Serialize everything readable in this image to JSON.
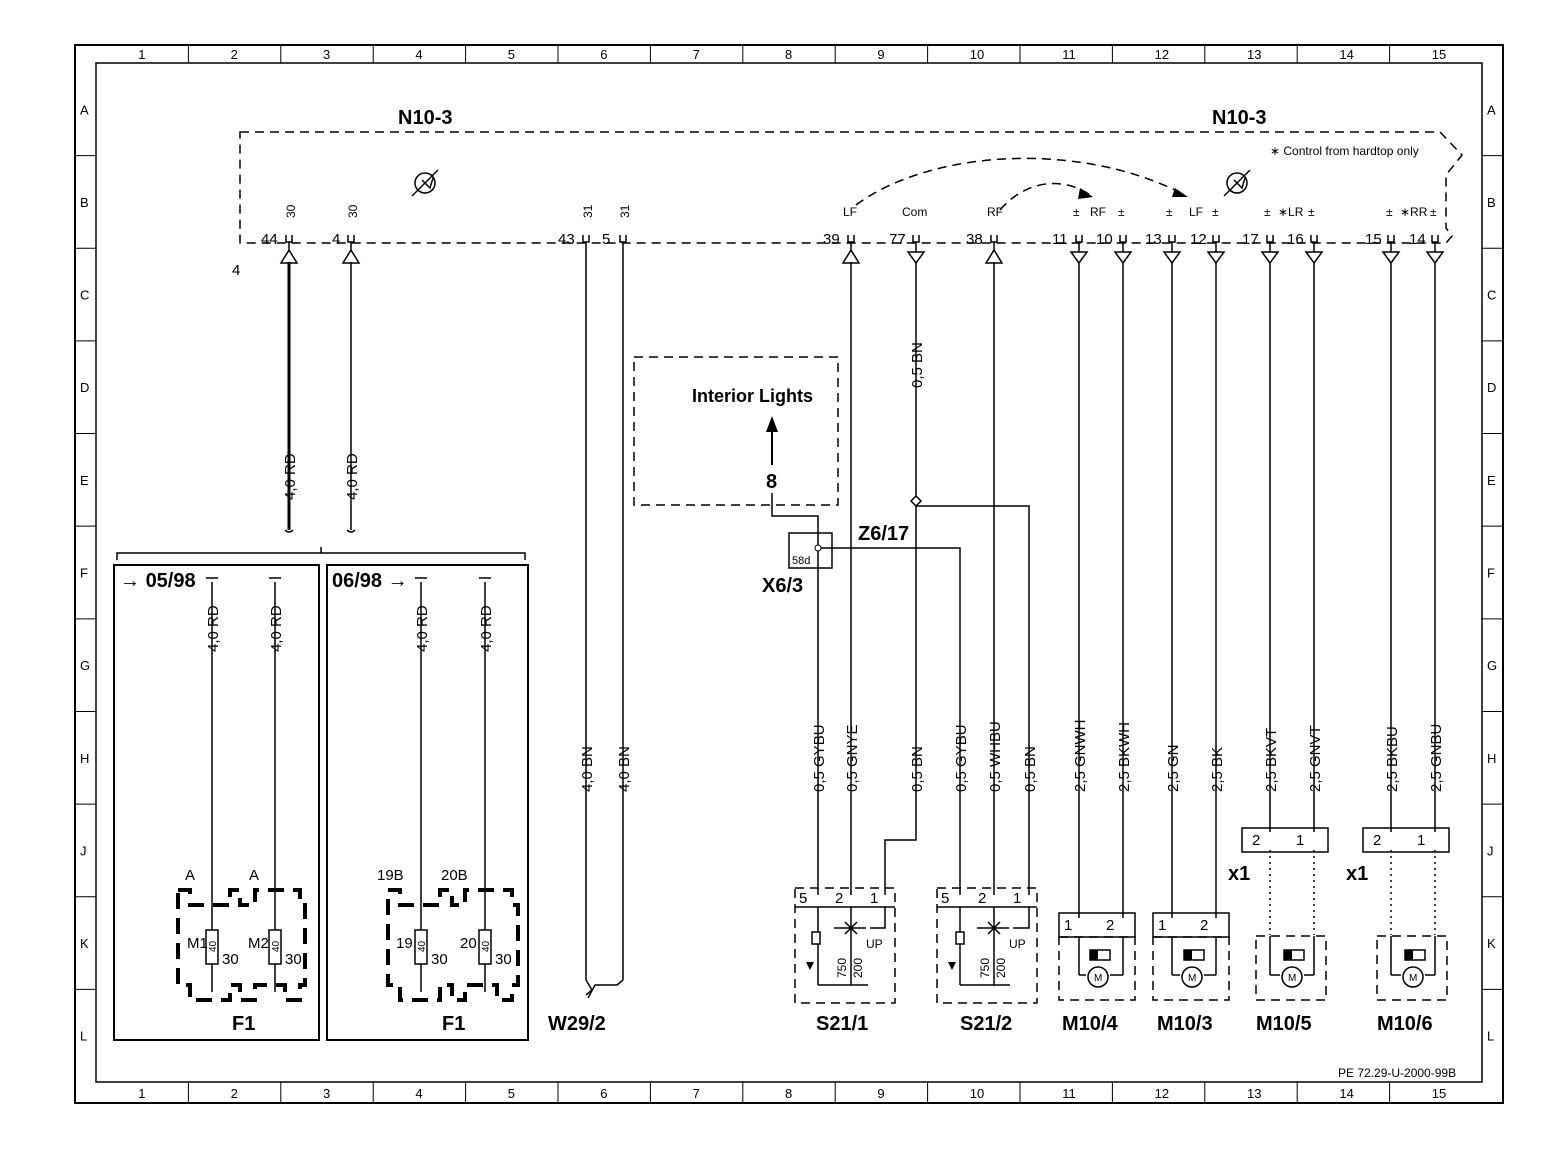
{
  "grid": {
    "columns": [
      "1",
      "2",
      "3",
      "4",
      "5",
      "6",
      "7",
      "8",
      "9",
      "10",
      "11",
      "12",
      "13",
      "14",
      "15"
    ],
    "rows": [
      "A",
      "B",
      "C",
      "D",
      "E",
      "F",
      "G",
      "H",
      "J",
      "K",
      "L"
    ]
  },
  "module": {
    "label_left": "N10-3",
    "label_right": "N10-3",
    "note": "∗ Control from hardtop only",
    "edge_label": "4",
    "terminals": [
      {
        "pin": "44",
        "func": "30"
      },
      {
        "pin": "4",
        "func": "30"
      },
      {
        "pin": "43",
        "func": "31"
      },
      {
        "pin": "5",
        "func": "31"
      },
      {
        "pin": "39",
        "func": "LF"
      },
      {
        "pin": "77",
        "func": "Com"
      },
      {
        "pin": "38",
        "func": "RF"
      },
      {
        "pin": "11",
        "func": "±"
      },
      {
        "pin": "10",
        "func": "±"
      },
      {
        "pin": "13",
        "func": "±"
      },
      {
        "pin": "12",
        "func": "±"
      },
      {
        "pin": "17",
        "func": "±"
      },
      {
        "pin": "16",
        "func": "±"
      },
      {
        "pin": "15",
        "func": "±"
      },
      {
        "pin": "14",
        "func": "±"
      }
    ],
    "group_labels": [
      "RF",
      "LF",
      "∗LR",
      "∗RR"
    ]
  },
  "wires": {
    "w44": "4,0 RD",
    "w4": "4,0 RD",
    "w43": "4,0 BN",
    "w5": "4,0 BN",
    "w_gybu1": "0,5 GYBU",
    "w_gnye": "0,5 GNYE",
    "w_bn_com": "0,5 BN",
    "w_bn_z": "0,5 BN",
    "w_gybu2": "0,5 GYBU",
    "w_whbu": "0,5 WHBU",
    "w_bn_s2": "0,5 BN",
    "w_gnwh": "2,5 GNWH",
    "w_bkwh": "2,5 BKWH",
    "w_gn": "2,5 GN",
    "w_bk": "2,5 BK",
    "w_bkvt": "2,5 BKVT",
    "w_gnvt": "2,5 GNVT",
    "w_bkbu": "2,5 BKBU",
    "w_gnbu": "2,5 GNBU",
    "fuse_a1": "4,0 RD",
    "fuse_a2": "4,0 RD",
    "fuse_b1": "4,0 RD",
    "fuse_b2": "4,0 RD"
  },
  "interior_lights": {
    "label": "Interior Lights",
    "circuit": "8"
  },
  "connectors": {
    "x6_3": "X6/3",
    "x6_3_pin": "58d",
    "z6_17": "Z6/17",
    "w29_2": "W29/2",
    "x1_a": "x1",
    "x1_b": "x1"
  },
  "fuse_blocks": [
    {
      "version": "05/98",
      "label": "F1",
      "fuses": [
        {
          "position": "A",
          "id": "M1",
          "rating": "40",
          "terminal": "30"
        },
        {
          "position": "A",
          "id": "M2",
          "rating": "40",
          "terminal": "30"
        }
      ]
    },
    {
      "version": "06/98",
      "label": "F1",
      "fuses": [
        {
          "position": "19B",
          "id": "19",
          "rating": "40",
          "terminal": "30"
        },
        {
          "position": "20B",
          "id": "20",
          "rating": "40",
          "terminal": "30"
        }
      ]
    }
  ],
  "switches": [
    {
      "label": "S21/1",
      "pins": [
        "5",
        "2",
        "1"
      ],
      "r1": "750",
      "r2": "200",
      "dir": "UP"
    },
    {
      "label": "S21/2",
      "pins": [
        "5",
        "2",
        "1"
      ],
      "r1": "750",
      "r2": "200",
      "dir": "UP"
    }
  ],
  "motors": [
    {
      "label": "M10/4",
      "pins": [
        "1",
        "2"
      ],
      "symbol": "M"
    },
    {
      "label": "M10/3",
      "pins": [
        "1",
        "2"
      ],
      "symbol": "M"
    },
    {
      "label": "M10/5",
      "pins": [
        "2",
        "1"
      ],
      "symbol": "M"
    },
    {
      "label": "M10/6",
      "pins": [
        "2",
        "1"
      ],
      "symbol": "M"
    }
  ],
  "footer": {
    "reference": "PE 72.29-U-2000-99B"
  }
}
